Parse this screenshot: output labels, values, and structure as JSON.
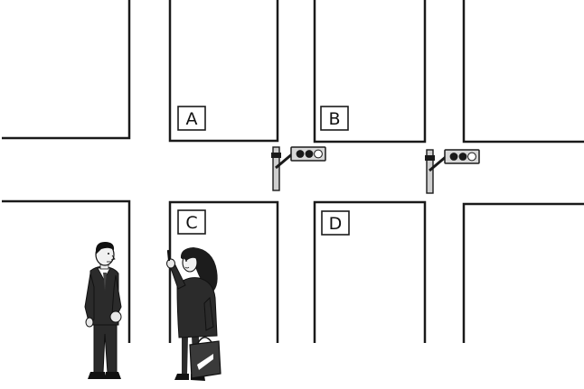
{
  "labels": {
    "a": "A",
    "b": "B",
    "c": "C",
    "d": "D"
  },
  "colors": {
    "ink": "#1a1a1a",
    "paper": "#ffffff",
    "suit": "#2b2b2b",
    "bag": "#3a3a3a"
  },
  "icons": [
    "traffic-light-icon",
    "man-figure",
    "woman-figure"
  ]
}
